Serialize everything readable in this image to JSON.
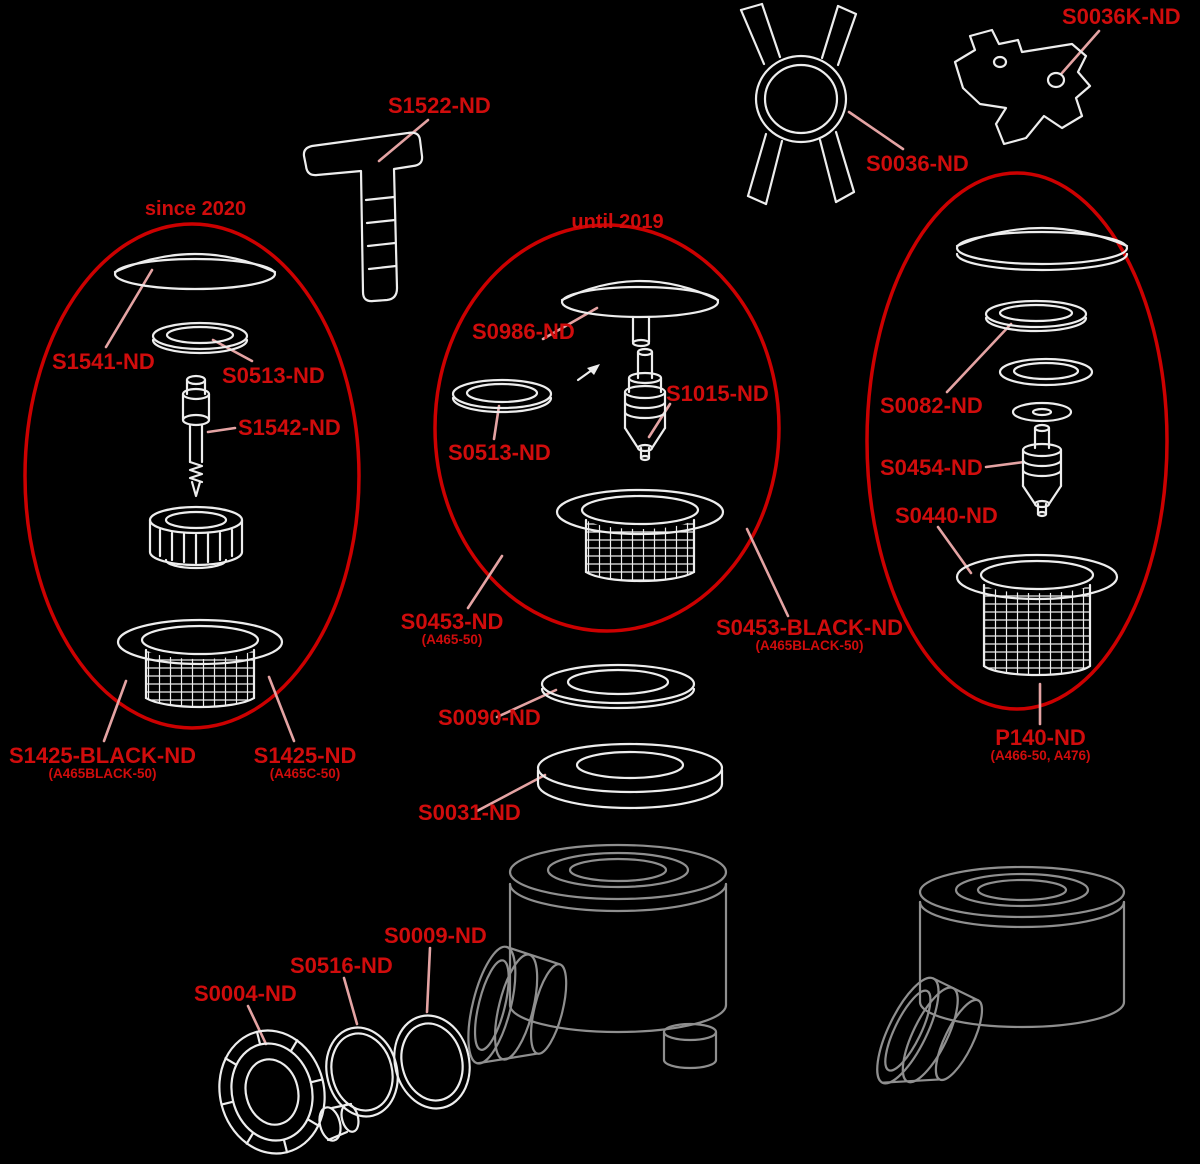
{
  "diagram_type": "exploded-spare-parts-diagram",
  "colors": {
    "background": "#000000",
    "label_red": "#d00c0c",
    "ellipse_red": "#cc0000",
    "leader_pink": "#e4a3a3",
    "part_line": "#ededed",
    "body_gray": "#8f8f8f"
  },
  "groups": {
    "since_2020": {
      "caption": "since 2020"
    },
    "until_2019": {
      "caption": "until 2019"
    }
  },
  "labels": {
    "s1522": "S1522-ND",
    "s0036": "S0036-ND",
    "s0036k": "S0036K-ND",
    "s1541": "S1541-ND",
    "s0513_left": "S0513-ND",
    "s1542": "S1542-ND",
    "s1425_black": "S1425-BLACK-ND",
    "s1425_black_code": "(A465BLACK-50)",
    "s1425": "S1425-ND",
    "s1425_code": "(A465C-50)",
    "s0986": "S0986-ND",
    "s1015": "S1015-ND",
    "s0513_mid": "S0513-ND",
    "s0453": "S0453-ND",
    "s0453_code": "(A465-50)",
    "s0453_black": "S0453-BLACK-ND",
    "s0453_black_code": "(A465BLACK-50)",
    "s0090": "S0090-ND",
    "s0031": "S0031-ND",
    "s0082": "S0082-ND",
    "s0454": "S0454-ND",
    "s0440": "S0440-ND",
    "p140": "P140-ND",
    "p140_code": "(A466-50, A476)",
    "s0004": "S0004-ND",
    "s0516": "S0516-ND",
    "s0009": "S0009-ND"
  }
}
